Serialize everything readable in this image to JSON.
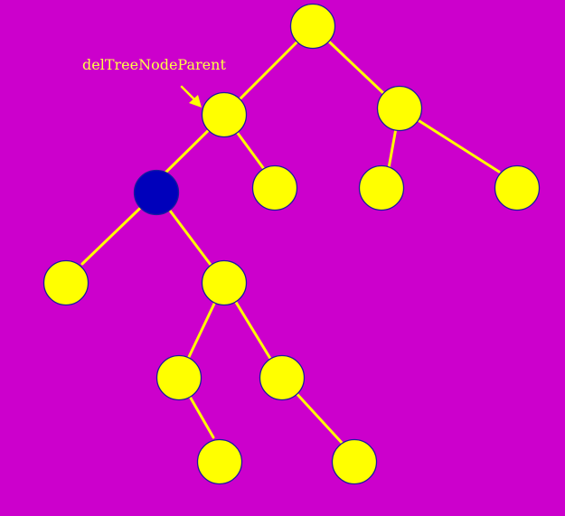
{
  "colors": {
    "background": "#cc00cc",
    "node_fill": "#ffff00",
    "node_stroke": "#1a1aa0",
    "highlight_fill": "#0000bb",
    "edge": "#ffff00",
    "annotation_text": "#ffff44",
    "arrow": "#ffff00"
  },
  "annotation": {
    "label": "delTreeNodeParent",
    "target_node": "n1"
  },
  "highlighted_node": "n3"
}
